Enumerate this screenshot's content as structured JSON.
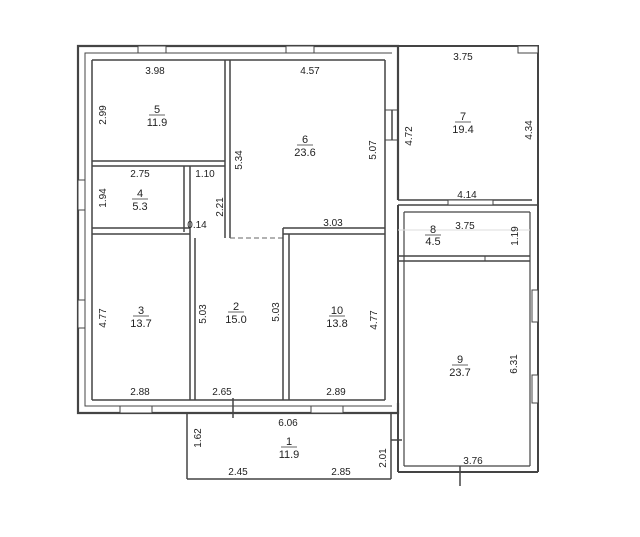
{
  "rooms": [
    {
      "id": "1",
      "num": "1",
      "area": "11.9"
    },
    {
      "id": "2",
      "num": "2",
      "area": "15.0"
    },
    {
      "id": "3",
      "num": "3",
      "area": "13.7"
    },
    {
      "id": "4",
      "num": "4",
      "area": "5.3"
    },
    {
      "id": "5",
      "num": "5",
      "area": "11.9"
    },
    {
      "id": "6",
      "num": "6",
      "area": "23.6"
    },
    {
      "id": "7",
      "num": "7",
      "area": "19.4"
    },
    {
      "id": "8",
      "num": "8",
      "area": "4.5"
    },
    {
      "id": "9",
      "num": "9",
      "area": "23.7"
    },
    {
      "id": "10",
      "num": "10",
      "area": "13.8"
    }
  ],
  "dimensions": [
    "3.98",
    "2.99",
    "4.57",
    "5.34",
    "5.07",
    "3.75",
    "4.72",
    "4.34",
    "2.75",
    "1.10",
    "1.94",
    "0.14",
    "2.21",
    "4.14",
    "3.75",
    "1.19",
    "3.03",
    "4.77",
    "5.03",
    "5.03",
    "4.77",
    "6.31",
    "2.88",
    "2.65",
    "2.89",
    "6.06",
    "1.62",
    "2.45",
    "2.85",
    "2.01",
    "3.76"
  ]
}
